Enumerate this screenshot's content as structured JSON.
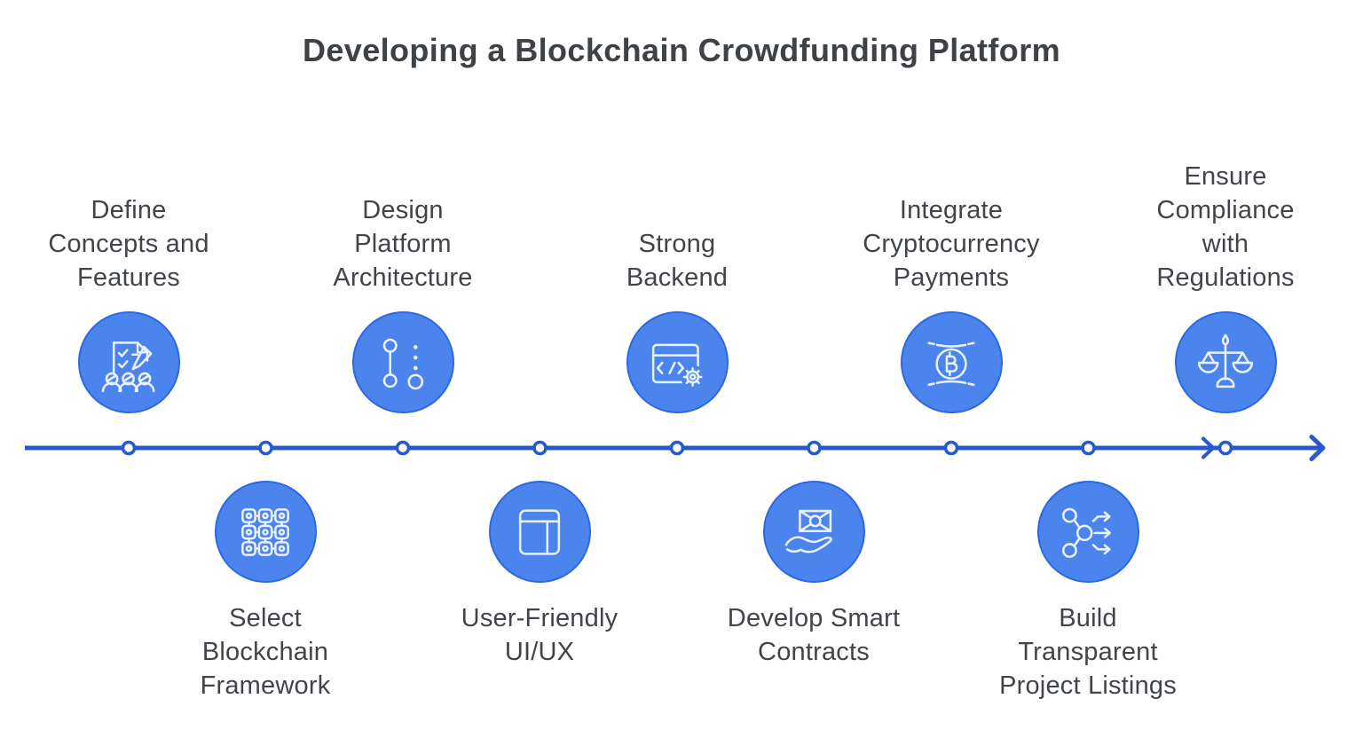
{
  "title": "Developing a Blockchain Crowdfunding Platform",
  "diagram_type": "horizontal process timeline",
  "timeline": {
    "direction": "left-to-right",
    "node_count": 9,
    "line_color": "#2859cc",
    "end_marker": "arrowhead"
  },
  "colors": {
    "circle_fill": "#4c84ee",
    "circle_border": "#2c69e0",
    "icon_stroke": "#e9f1fd",
    "line": "#2859cc",
    "title_text": "#3e4246",
    "label_text": "#41454a",
    "background": "#ffffff"
  },
  "steps": [
    {
      "label": "Define\nConcepts and\nFeatures",
      "icon": "document-checklist-icon",
      "position": "top"
    },
    {
      "label": "Select\nBlockchain\nFramework",
      "icon": "blockchain-grid-icon",
      "position": "bottom"
    },
    {
      "label": "Design\nPlatform\nArchitecture",
      "icon": "git-branch-icon",
      "position": "top"
    },
    {
      "label": "User-Friendly\nUI/UX",
      "icon": "layout-wireframe-icon",
      "position": "bottom"
    },
    {
      "label": "Strong\nBackend",
      "icon": "code-window-gear-icon",
      "position": "top"
    },
    {
      "label": "Develop Smart\nContracts",
      "icon": "hand-banknote-icon",
      "position": "bottom"
    },
    {
      "label": "Integrate\nCryptocurrency\nPayments",
      "icon": "bitcoin-coin-icon",
      "position": "top"
    },
    {
      "label": "Build\nTransparent\nProject Listings",
      "icon": "network-arrows-icon",
      "position": "bottom"
    },
    {
      "label": "Ensure\nCompliance\nwith\nRegulations",
      "icon": "balance-scale-icon",
      "position": "top"
    }
  ]
}
